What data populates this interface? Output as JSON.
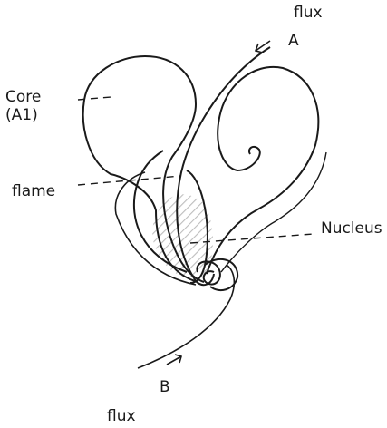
{
  "labels": {
    "flux_top": "flux",
    "a": "A",
    "core_line1": "Core",
    "core_line2": "(A1)",
    "flame": "flame",
    "nucleus": "Nucleus",
    "b": "B",
    "flux_bottom": "flux"
  },
  "colors": {
    "ink": "#1a1a1a",
    "hatch": "#bdbdbd"
  }
}
